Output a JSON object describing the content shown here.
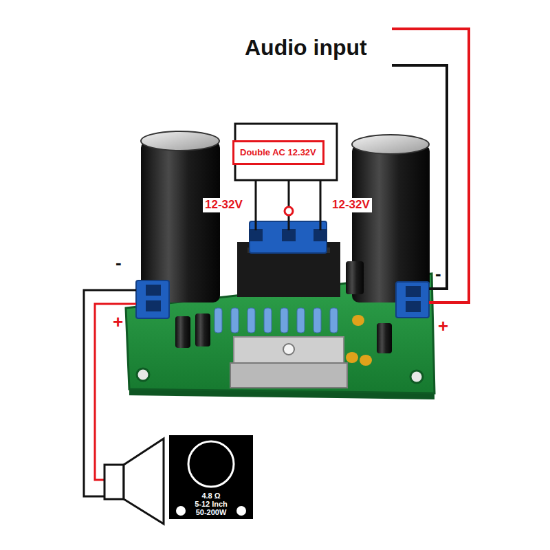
{
  "diagram": {
    "nodes": [
      {
        "text": [
          "Double AC 12.32V"
        ]
      },
      {
        "text": [
          "4.8 Ω",
          "5-12 Inch",
          "50-200W"
        ]
      }
    ],
    "labels": [
      "Audio input",
      "12-32V",
      "12-32V",
      "-",
      "+",
      "-",
      "+"
    ]
  }
}
